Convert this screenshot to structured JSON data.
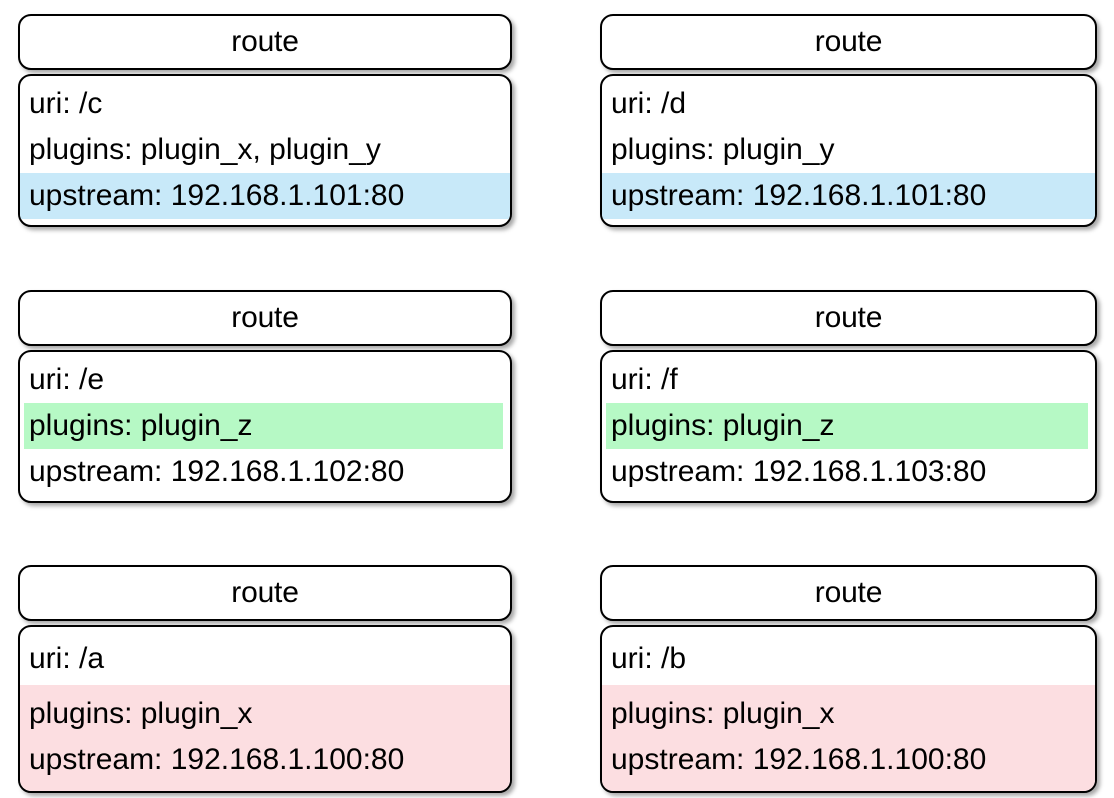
{
  "diagram": {
    "type": "uml-class-cards",
    "entity_label": "route",
    "colors": {
      "blue_highlight": "#c8e9f9",
      "green_highlight": "#b6f9c5",
      "pink_highlight": "#fcdee1",
      "border": "#000000",
      "background": "#ffffff",
      "text": "#000000"
    },
    "cards": [
      {
        "id": "route-c",
        "title": "route",
        "column": "left",
        "row": 1,
        "fields": [
          {
            "key": "uri",
            "text": "uri: /c",
            "highlight": "none"
          },
          {
            "key": "plugins",
            "text": "plugins: plugin_x, plugin_y",
            "highlight": "none"
          },
          {
            "key": "upstream",
            "text": "upstream: 192.168.1.101:80",
            "highlight": "blue"
          }
        ]
      },
      {
        "id": "route-d",
        "title": "route",
        "column": "right",
        "row": 1,
        "fields": [
          {
            "key": "uri",
            "text": "uri: /d",
            "highlight": "none"
          },
          {
            "key": "plugins",
            "text": "plugins: plugin_y",
            "highlight": "none"
          },
          {
            "key": "upstream",
            "text": "upstream: 192.168.1.101:80",
            "highlight": "blue"
          }
        ]
      },
      {
        "id": "route-e",
        "title": "route",
        "column": "left",
        "row": 2,
        "fields": [
          {
            "key": "uri",
            "text": "uri: /e",
            "highlight": "none"
          },
          {
            "key": "plugins",
            "text": "plugins: plugin_z",
            "highlight": "green"
          },
          {
            "key": "upstream",
            "text": "upstream: 192.168.1.102:80",
            "highlight": "none"
          }
        ]
      },
      {
        "id": "route-f",
        "title": "route",
        "column": "right",
        "row": 2,
        "fields": [
          {
            "key": "uri",
            "text": "uri: /f",
            "highlight": "none"
          },
          {
            "key": "plugins",
            "text": "plugins: plugin_z",
            "highlight": "green"
          },
          {
            "key": "upstream",
            "text": "upstream: 192.168.1.103:80",
            "highlight": "none"
          }
        ]
      },
      {
        "id": "route-a",
        "title": "route",
        "column": "left",
        "row": 3,
        "fields": [
          {
            "key": "uri",
            "text": "uri: /a",
            "highlight": "none"
          },
          {
            "key": "plugins",
            "text": "plugins: plugin_x",
            "highlight": "pink-group"
          },
          {
            "key": "upstream",
            "text": "upstream: 192.168.1.100:80",
            "highlight": "pink-group"
          }
        ]
      },
      {
        "id": "route-b",
        "title": "route",
        "column": "right",
        "row": 3,
        "fields": [
          {
            "key": "uri",
            "text": "uri: /b",
            "highlight": "none"
          },
          {
            "key": "plugins",
            "text": "plugins: plugin_x",
            "highlight": "pink-group"
          },
          {
            "key": "upstream",
            "text": "upstream: 192.168.1.100:80",
            "highlight": "pink-group"
          }
        ]
      }
    ]
  }
}
